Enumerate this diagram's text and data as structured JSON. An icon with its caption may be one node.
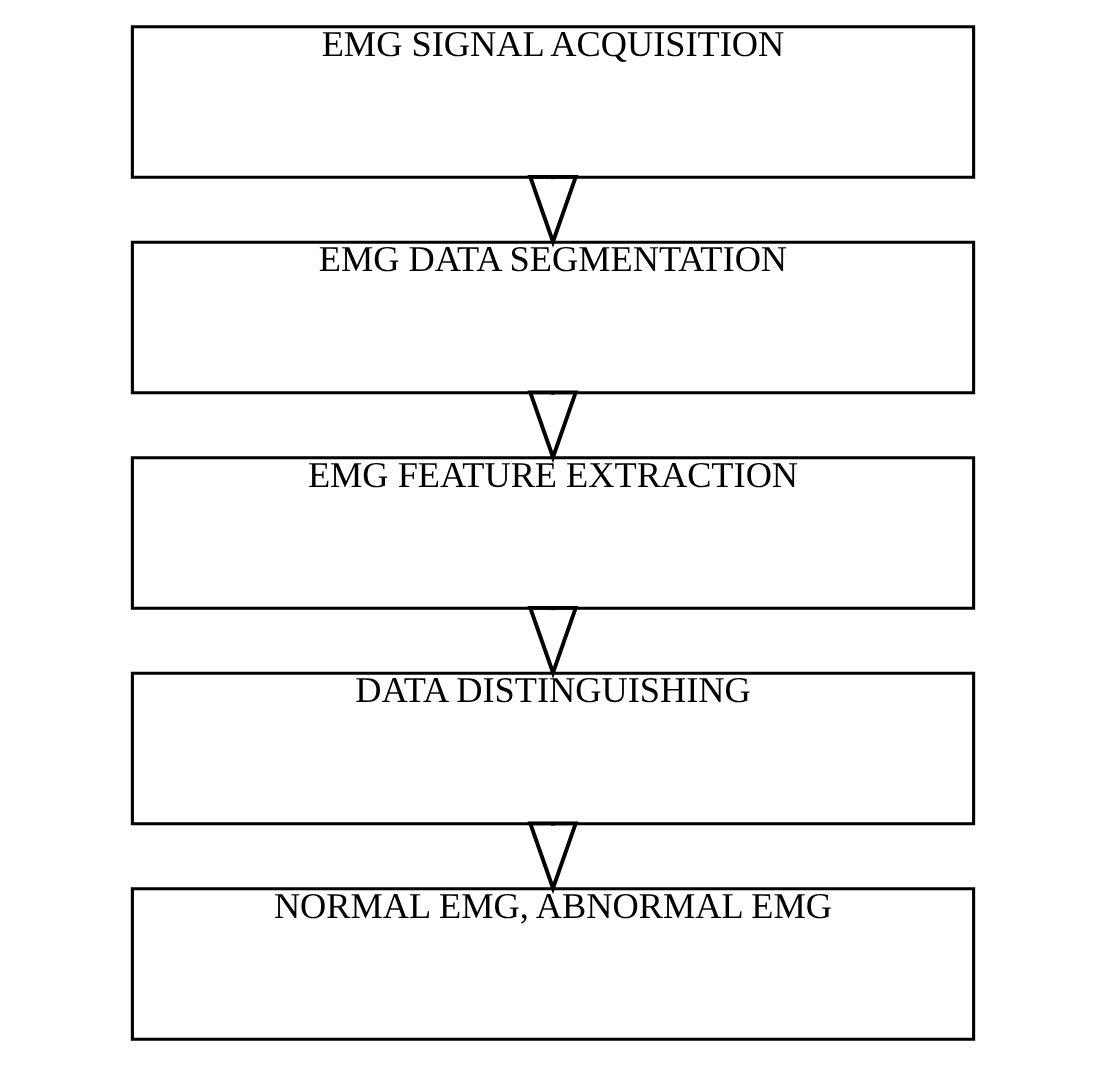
{
  "diagram": {
    "nodes": [
      {
        "text": [
          "EMG SIGNAL ACQUISITION"
        ]
      },
      {
        "text": [
          "EMG DATA SEGMENTATION"
        ]
      },
      {
        "text": [
          "EMG FEATURE EXTRACTION"
        ]
      },
      {
        "text": [
          "DATA DISTINGUISHING"
        ]
      },
      {
        "text": [
          "NORMAL EMG, ABNORMAL EMG"
        ]
      }
    ],
    "edges": [
      {
        "from": 0,
        "to": 1,
        "arrow": "to"
      },
      {
        "from": 1,
        "to": 2,
        "arrow": "to"
      },
      {
        "from": 2,
        "to": 3,
        "arrow": "to"
      },
      {
        "from": 3,
        "to": 4,
        "arrow": "to"
      }
    ]
  }
}
